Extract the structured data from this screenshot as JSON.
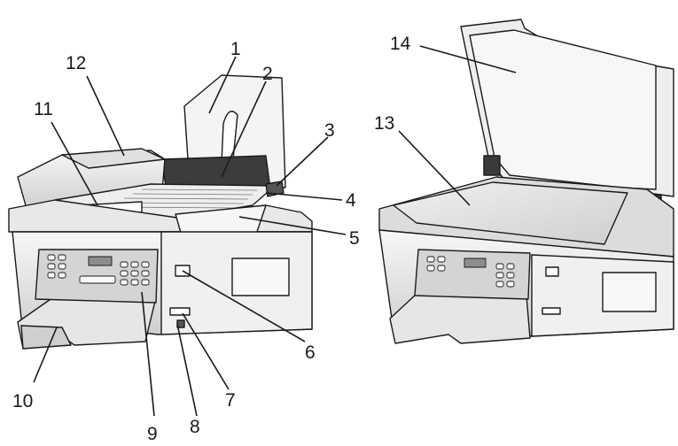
{
  "diagram": {
    "left_printer": {
      "callouts": [
        {
          "id": "c1",
          "label": "1"
        },
        {
          "id": "c2",
          "label": "2"
        },
        {
          "id": "c3",
          "label": "3"
        },
        {
          "id": "c4",
          "label": "4"
        },
        {
          "id": "c5",
          "label": "5"
        },
        {
          "id": "c6",
          "label": "6"
        },
        {
          "id": "c7",
          "label": "7"
        },
        {
          "id": "c8",
          "label": "8"
        },
        {
          "id": "c9",
          "label": "9"
        },
        {
          "id": "c10",
          "label": "10"
        },
        {
          "id": "c11",
          "label": "11"
        },
        {
          "id": "c12",
          "label": "12"
        }
      ]
    },
    "right_printer": {
      "callouts": [
        {
          "id": "c13",
          "label": "13"
        },
        {
          "id": "c14",
          "label": "14"
        }
      ]
    },
    "colors": {
      "outline": "#1a1a1a",
      "body_light": "#f2f2f2",
      "body_mid": "#d9d9d9",
      "body_dark": "#a6a6a6",
      "glass": "#e6e6e6"
    }
  }
}
